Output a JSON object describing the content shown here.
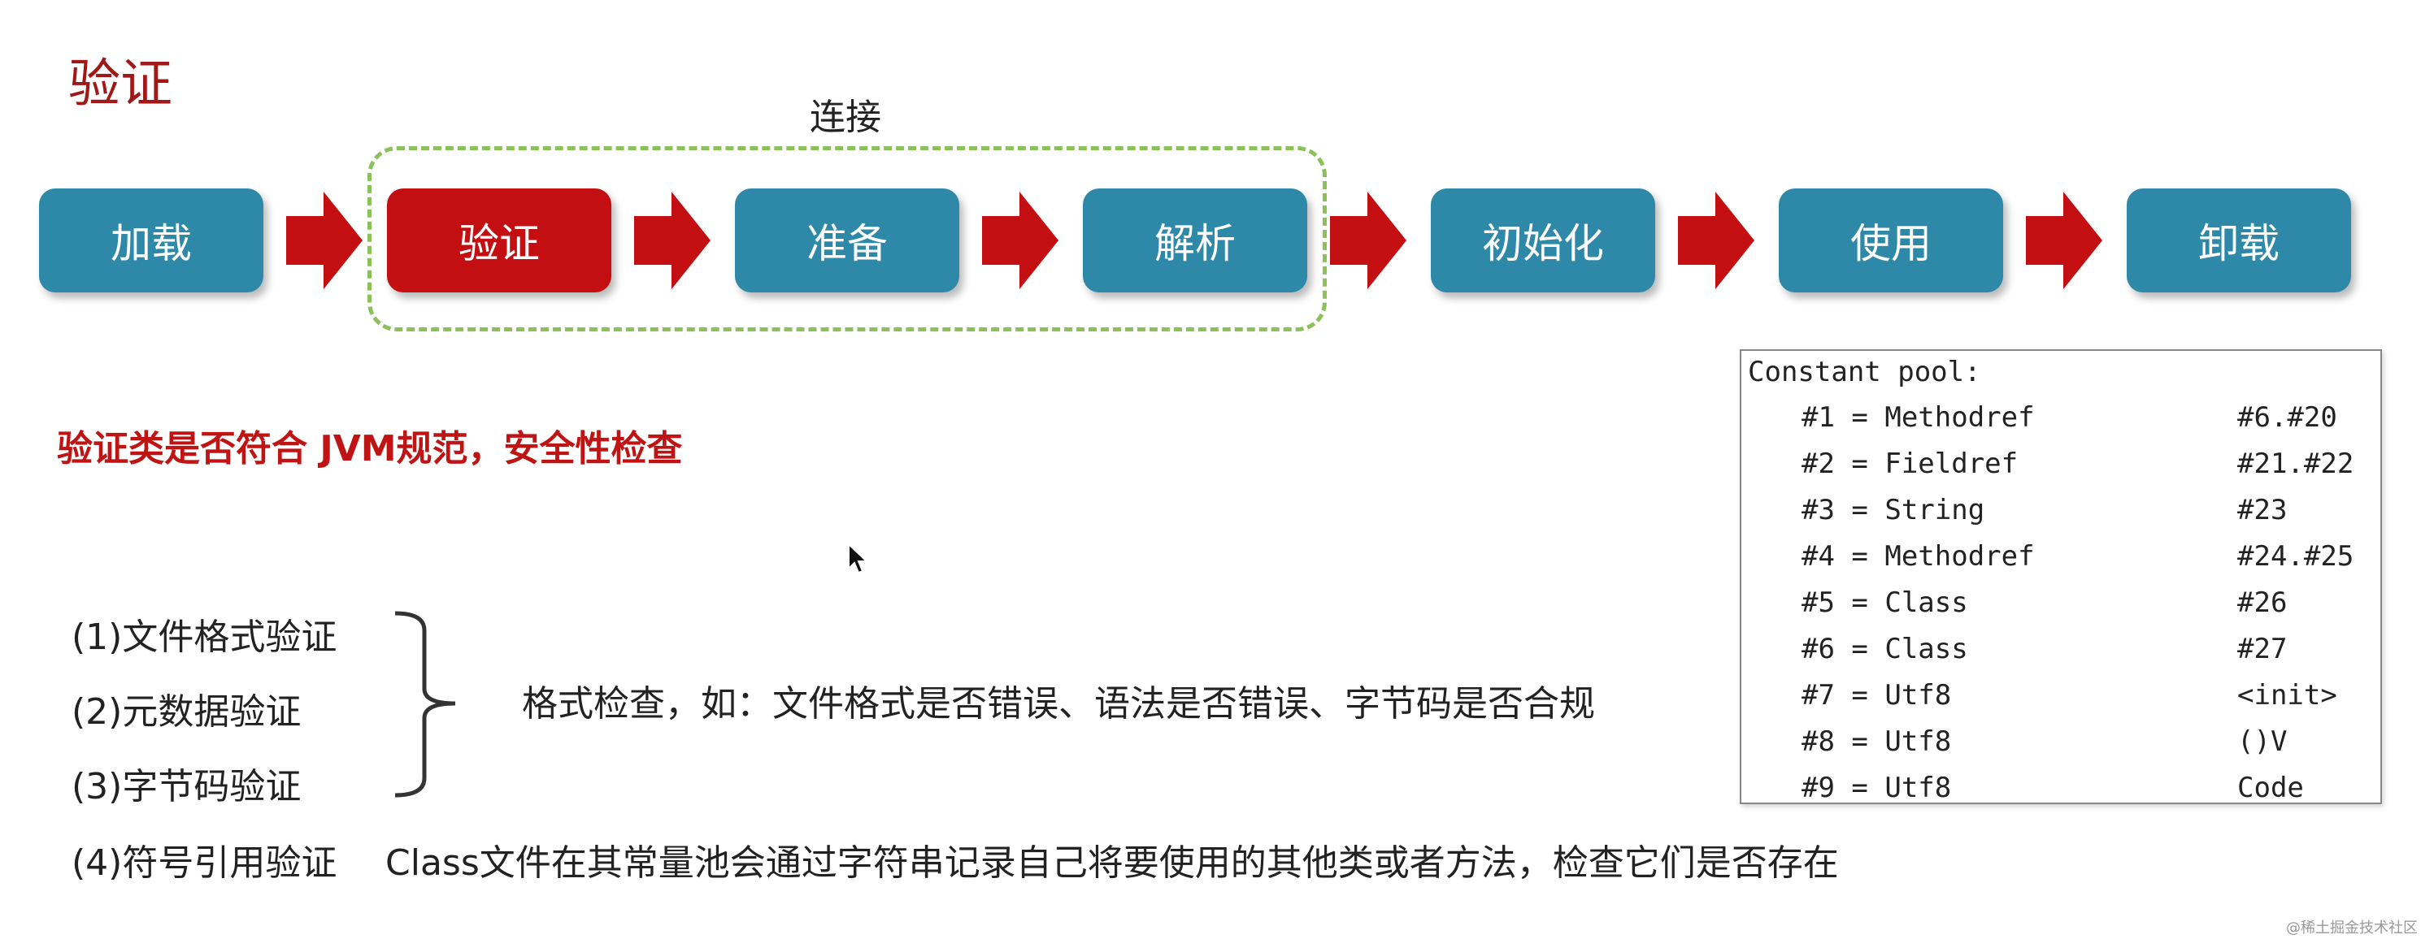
{
  "title": "验证",
  "group_label": "连接",
  "steps": [
    {
      "label": "加载",
      "active": false
    },
    {
      "label": "验证",
      "active": true
    },
    {
      "label": "准备",
      "active": false
    },
    {
      "label": "解析",
      "active": false
    },
    {
      "label": "初始化",
      "active": false
    },
    {
      "label": "使用",
      "active": false
    },
    {
      "label": "卸载",
      "active": false
    }
  ],
  "subtitle": "验证类是否符合 JVM规范，安全性检查",
  "items": [
    "(1)文件格式验证",
    "(2)元数据验证",
    "(3)字节码验证",
    "(4)符号引用验证"
  ],
  "format_check_text": "格式检查，如：文件格式是否错误、语法是否错误、字节码是否合规",
  "symbol_ref_text": "Class文件在其常量池会通过字符串记录自己将要使用的其他类或者方法，检查它们是否存在",
  "constant_pool": {
    "title": "Constant pool:",
    "entries": [
      {
        "label": "#1 = Methodref",
        "ref": "#6.#20"
      },
      {
        "label": "#2 = Fieldref",
        "ref": "#21.#22"
      },
      {
        "label": "#3 = String",
        "ref": "#23"
      },
      {
        "label": "#4 = Methodref",
        "ref": "#24.#25"
      },
      {
        "label": "#5 = Class",
        "ref": "#26"
      },
      {
        "label": "#6 = Class",
        "ref": "#27"
      },
      {
        "label": "#7 = Utf8",
        "ref": "<init>"
      },
      {
        "label": "#8 = Utf8",
        "ref": "()V"
      },
      {
        "label": "#9 = Utf8",
        "ref": "Code"
      }
    ]
  },
  "watermark": "@稀土掘金技术社区",
  "colors": {
    "step_default": "#2e88a8",
    "step_active": "#c40f12",
    "arrow": "#c40f12",
    "group_border": "#8cc05a",
    "title": "#a01818",
    "subtitle": "#c01414"
  }
}
